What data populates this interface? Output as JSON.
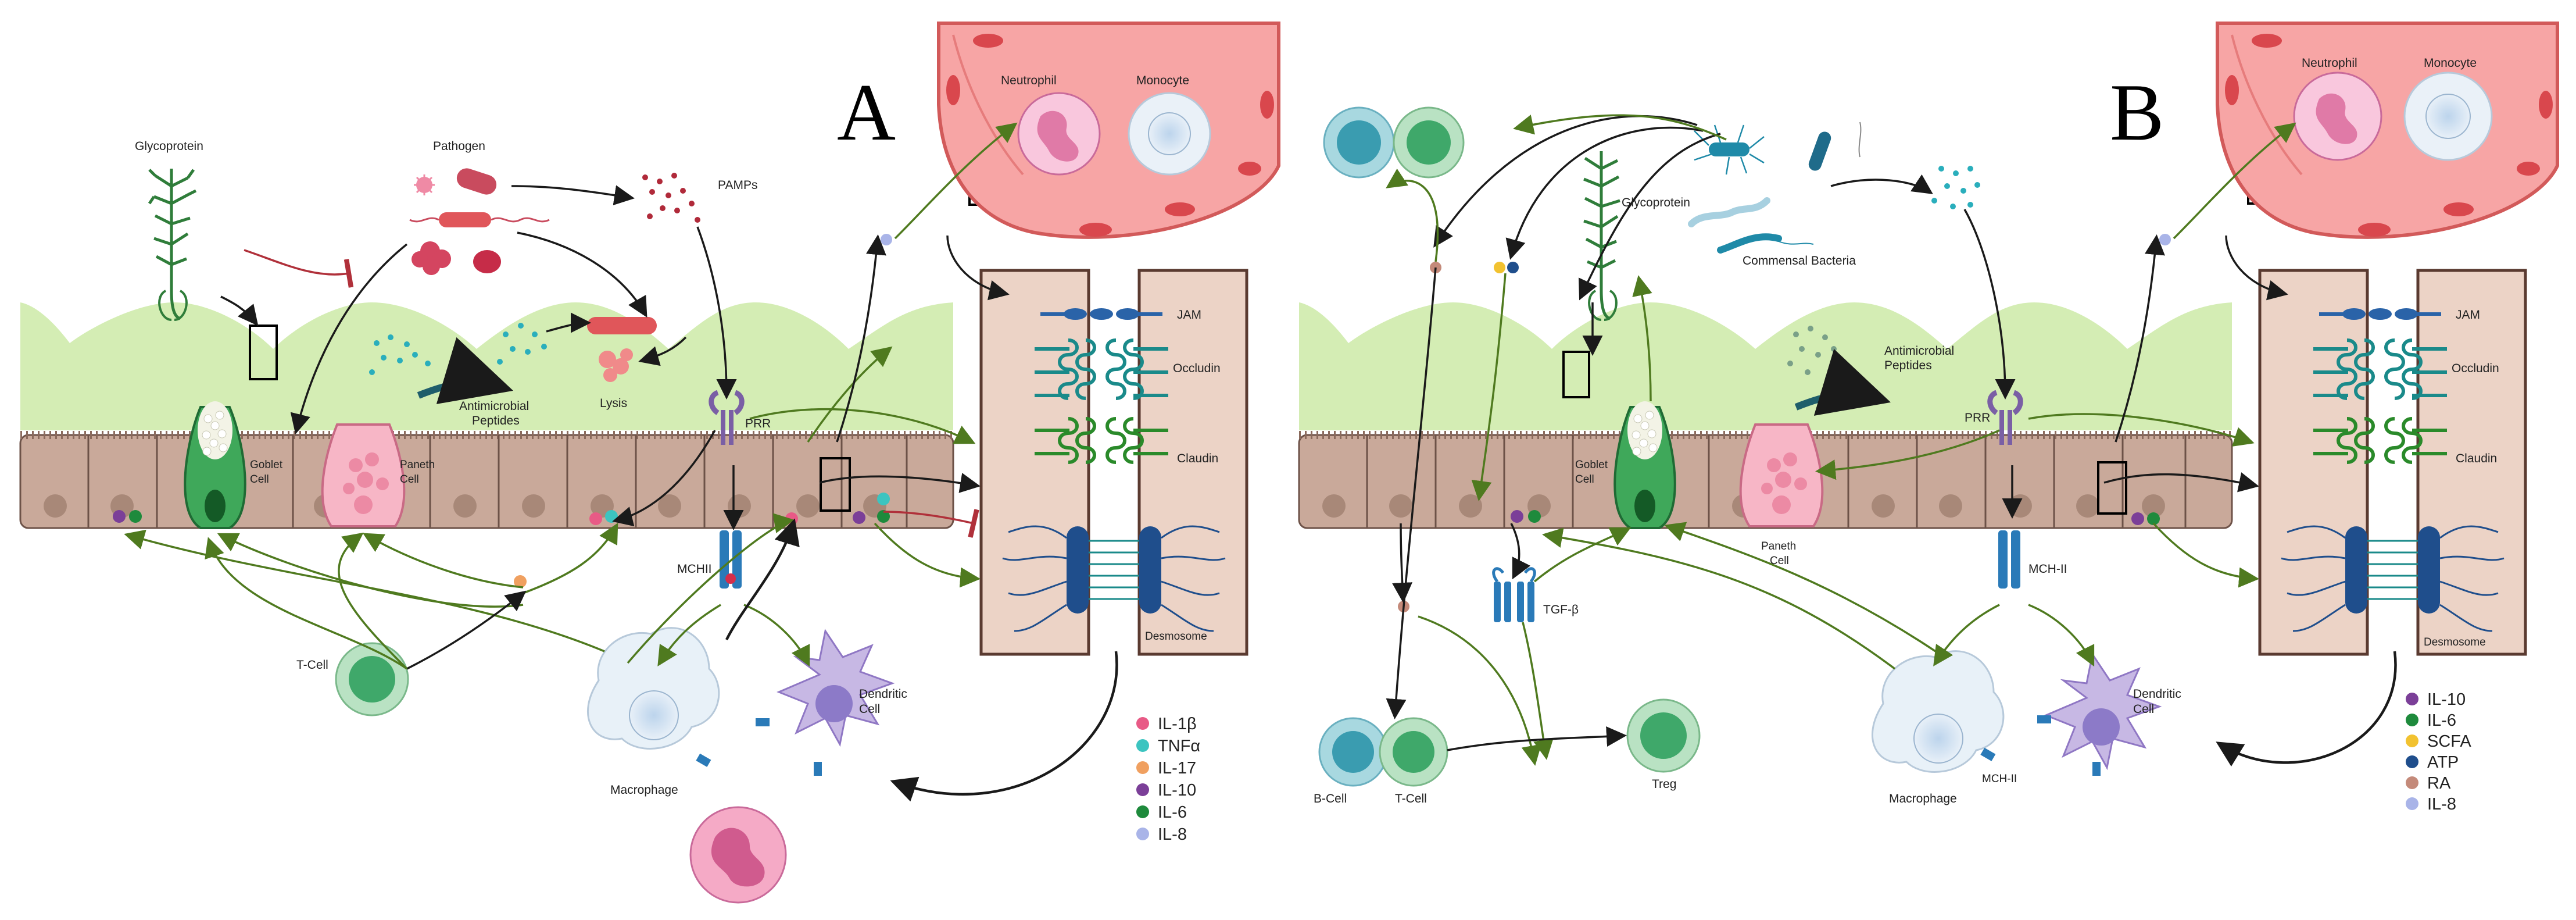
{
  "panels": [
    {
      "letter": "A",
      "labels": {
        "neutrophil": "Neutrophil",
        "monocyte": "Monocyte",
        "glycoprotein": "Glycoprotein",
        "pathogen": "Pathogen",
        "pamps": "PAMPs",
        "goblet": [
          "Goblet",
          "Cell"
        ],
        "paneth": [
          "Paneth",
          "Cell"
        ],
        "amp": [
          "Antimicrobial",
          "Peptides"
        ],
        "lysis": "Lysis",
        "prr": "PRR",
        "mhc": "MCHII",
        "tcell": "T-Cell",
        "macrophage": "Macrophage",
        "dendritic": [
          "Dendritic",
          "Cell"
        ],
        "jam": "JAM",
        "occludin": "Occludin",
        "claudin": "Claudin",
        "desmosome": "Desmosome"
      },
      "legend": [
        {
          "label": "IL-1β",
          "color": "#e85a86"
        },
        {
          "label": "TNFα",
          "color": "#3cc4c0"
        },
        {
          "label": "IL-17",
          "color": "#f0a060"
        },
        {
          "label": "IL-10",
          "color": "#7b3f98"
        },
        {
          "label": "IL-6",
          "color": "#1e8a3c"
        },
        {
          "label": "IL-8",
          "color": "#a9b4e8"
        }
      ]
    },
    {
      "letter": "B",
      "labels": {
        "neutrophil": "Neutrophil",
        "monocyte": "Monocyte",
        "glycoprotein": "Glycoprotein",
        "commensal": "Commensal Bacteria",
        "goblet": [
          "Goblet",
          "Cell"
        ],
        "paneth": [
          "Paneth",
          "Cell"
        ],
        "amp": [
          "Antimicrobial",
          "Peptides"
        ],
        "prr": "PRR",
        "mhc": "MCH-II",
        "mhc2": "MCH-II",
        "tgf": "TGF-β",
        "bcell": "B-Cell",
        "tcell": "T-Cell",
        "treg": "Treg",
        "macrophage": "Macrophage",
        "dendritic": [
          "Dendritic",
          "Cell"
        ],
        "jam": "JAM",
        "occludin": "Occludin",
        "claudin": "Claudin",
        "desmosome": "Desmosome"
      },
      "legend": [
        {
          "label": "IL-10",
          "color": "#7b3f98"
        },
        {
          "label": "IL-6",
          "color": "#1e8a3c"
        },
        {
          "label": "SCFA",
          "color": "#f2c230"
        },
        {
          "label": "ATP",
          "color": "#1f4e8c"
        },
        {
          "label": "RA",
          "color": "#c48a7a"
        },
        {
          "label": "IL-8",
          "color": "#a9b4e8"
        }
      ]
    }
  ],
  "colors": {
    "mucus": "#d4edb4",
    "epithelium": "#c9a99a",
    "vessel": "#f7a5a5",
    "junction_box": "#ecd3c6",
    "green_arrow": "#4f7a1f",
    "black_arrow": "#1a1a1a",
    "inhibit": "#b0303a"
  }
}
